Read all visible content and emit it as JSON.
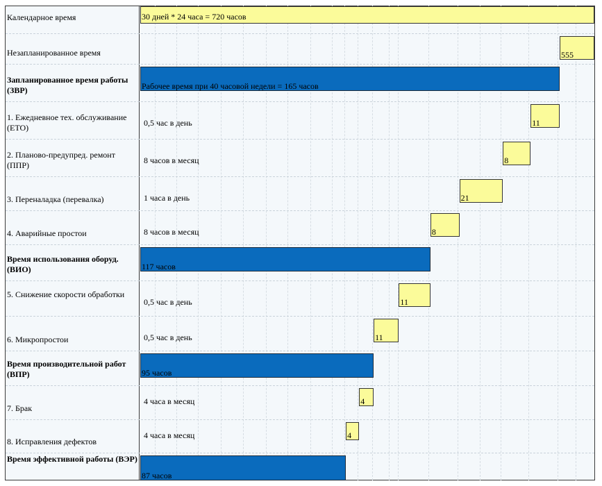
{
  "chart_data": {
    "type": "bar",
    "orientation": "horizontal-waterfall",
    "xlim": [
      0,
      720
    ],
    "rows": [
      {
        "label": "Календарное время",
        "bold": false,
        "kind": "cal",
        "start": 0,
        "value": 720,
        "text": "30 дней * 24 часа = 720 часов",
        "desc": ""
      },
      {
        "label": "Незапланированное время",
        "bold": false,
        "kind": "yellow",
        "start": 665,
        "value": 55,
        "text": "555",
        "desc": ""
      },
      {
        "label": "Запланированное время работы (ЗВР)",
        "bold": true,
        "kind": "blue",
        "start": 0,
        "value": 665,
        "text": "Рабочее время при 40 часовой недели = 165 часов",
        "desc": ""
      },
      {
        "label": "1. Ежедневное тех. обслуживание (ЕТО)",
        "bold": false,
        "kind": "yellow",
        "start": 619,
        "value": 46,
        "text": "11",
        "desc": "0,5 час в день"
      },
      {
        "label": "2. Планово-предупред. ремонт (ППР)",
        "bold": false,
        "kind": "yellow",
        "start": 575,
        "value": 44,
        "text": "8",
        "desc": "8 часов в месяц"
      },
      {
        "label": "3. Переналадка (перевалка)",
        "bold": false,
        "kind": "yellow",
        "start": 506,
        "value": 69,
        "text": "21",
        "desc": "1 часа в день"
      },
      {
        "label": "4. Аварийные простои",
        "bold": false,
        "kind": "yellow",
        "start": 460,
        "value": 46,
        "text": "8",
        "desc": "8 часов в месяц"
      },
      {
        "label": "Время использования оборуд. (ВИО)",
        "bold": true,
        "kind": "blue",
        "start": 0,
        "value": 460,
        "text": "117 часов",
        "desc": ""
      },
      {
        "label": "5. Снижение скорости обработки",
        "bold": false,
        "kind": "yellow",
        "start": 410,
        "value": 50,
        "text": "11",
        "desc": "0,5 час в день"
      },
      {
        "label": "6. Микропростои",
        "bold": false,
        "kind": "yellow",
        "start": 370,
        "value": 40,
        "text": "11",
        "desc": "0,5 час в день"
      },
      {
        "label": "Время производительной работ (ВПР)",
        "bold": true,
        "kind": "blue",
        "start": 0,
        "value": 370,
        "text": "95 часов",
        "desc": ""
      },
      {
        "label": "7. Брак",
        "bold": false,
        "kind": "yellow",
        "start": 347,
        "value": 23,
        "text": "4",
        "desc": "4 часа в месяц"
      },
      {
        "label": "8. Исправления дефектов",
        "bold": false,
        "kind": "yellow",
        "start": 326,
        "value": 21,
        "text": "4",
        "desc": "4 часа в месяц"
      },
      {
        "label": "Время эффективной работы (ВЭР)",
        "bold": true,
        "kind": "blue",
        "start": 0,
        "value": 326,
        "text": "87 часов",
        "desc": ""
      }
    ],
    "grid": true,
    "legend": "none"
  }
}
